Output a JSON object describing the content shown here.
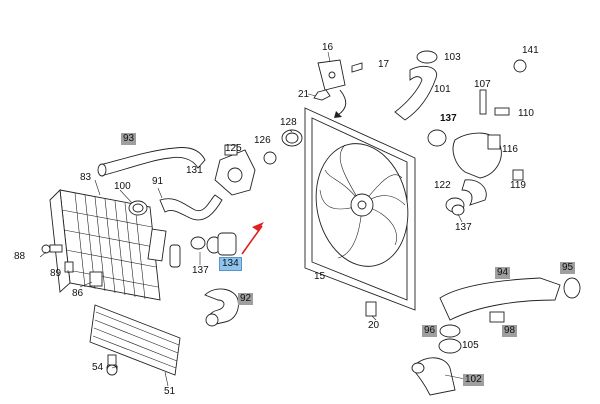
{
  "callouts": {
    "p16": "16",
    "p17": "17",
    "p103": "103",
    "p141": "141",
    "p101": "101",
    "p107": "107",
    "p21": "21",
    "p110": "110",
    "p137a": "137",
    "p128": "128",
    "p93": "93",
    "p126": "126",
    "p125": "125",
    "p116": "116",
    "p83": "83",
    "p100": "100",
    "p91": "91",
    "p131": "131",
    "p122": "122",
    "p119": "119",
    "p88": "88",
    "p89": "89",
    "p86": "86",
    "p137b": "137",
    "p134": "134",
    "p137c": "137",
    "p15": "15",
    "p92": "92",
    "p94": "94",
    "p95": "95",
    "p20": "20",
    "p96": "96",
    "p98": "98",
    "p105": "105",
    "p54": "54",
    "p51": "51",
    "p102": "102"
  },
  "colors": {
    "highlight_box": "#8fc3ee",
    "grey_box": "#9f9f9f",
    "arrow": "#e02020",
    "line": "#222222"
  }
}
